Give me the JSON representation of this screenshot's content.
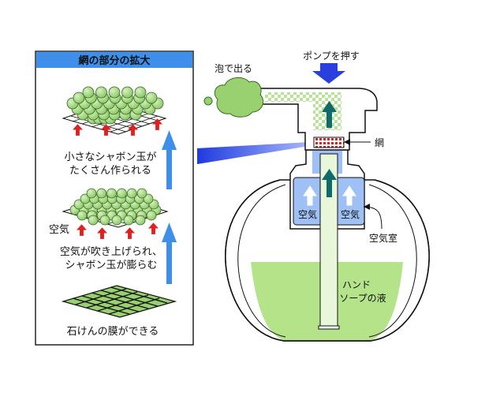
{
  "panel": {
    "title": "網の部分の拡大",
    "title_bg": "#3d8fea",
    "step_small_bubbles_line1": "小さなシャボン玉が",
    "step_small_bubbles_line2": "たくさん作られる",
    "step_air_line1": "空気が吹き上げられ、",
    "step_air_line2": "シャボン玉が膨らむ",
    "air_label": "空気",
    "step_film": "石けんの膜ができる"
  },
  "pump": {
    "press_label": "ポンプを押す",
    "foam_label": "泡で出る",
    "mesh_label": "網",
    "air_left": "空気",
    "air_right": "空気",
    "air_chamber_label": "空気室",
    "soap_line1": "ハンド",
    "soap_line2": "ソープの液"
  },
  "colors": {
    "bubble_green": "#99d170",
    "soap_green": "#b5e38a",
    "air_blue": "#9ec0f5",
    "arrow_blue": "#3d8fea",
    "arrow_red": "#e02020",
    "arrow_teal": "#0f6b6b",
    "press_arrow": "#2a3fe0"
  }
}
